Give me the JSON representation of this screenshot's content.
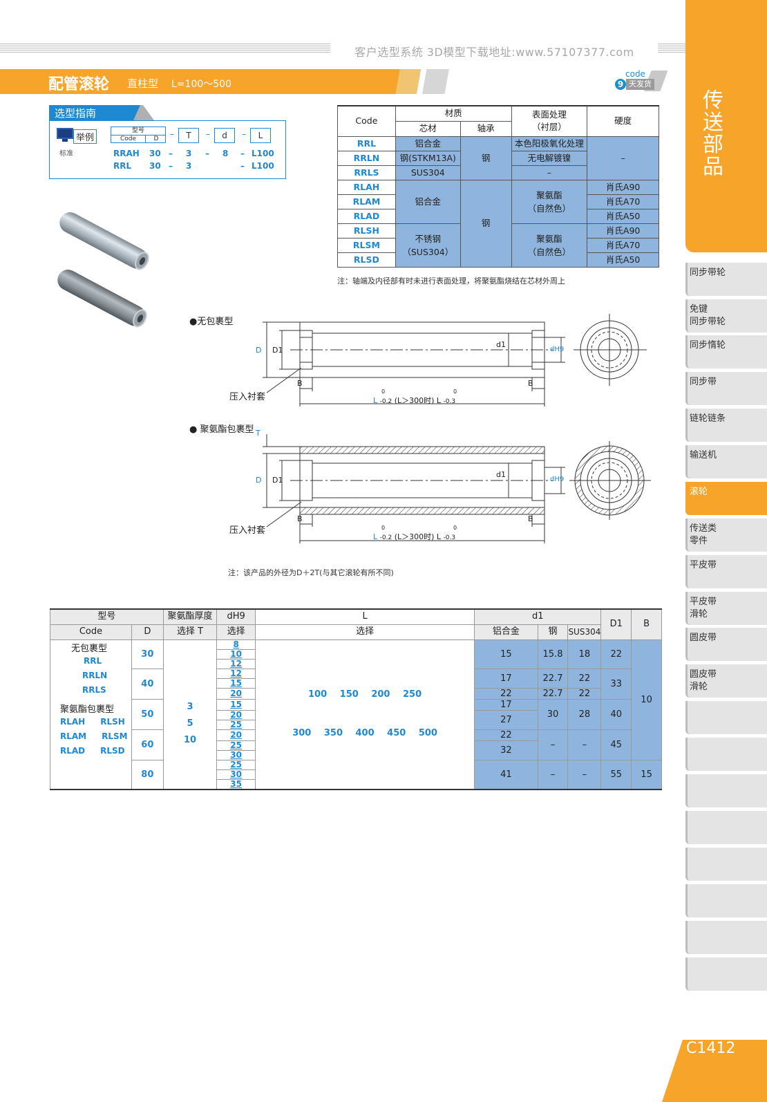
{
  "header": {
    "banner_text": "客户选型系统 3D模型下载地址:www.57107377.com",
    "title_main": "配管滚轮",
    "title_sub": "直柱型",
    "title_range": "L=100～500"
  },
  "badge": {
    "code_label": "code",
    "days": "9",
    "days_label": "天发货"
  },
  "sidebar": {
    "category": "传送部品",
    "items": [
      {
        "label": "同步带轮"
      },
      {
        "label": "免键\n同步带轮"
      },
      {
        "label": "同步惰轮"
      },
      {
        "label": "同步带"
      },
      {
        "label": "链轮链条"
      },
      {
        "label": "输送机"
      },
      {
        "label": "滚轮"
      },
      {
        "label": "传送类\n零件"
      },
      {
        "label": "平皮带"
      },
      {
        "label": "平皮带\n滑轮"
      },
      {
        "label": "圆皮带"
      },
      {
        "label": "圆皮带\n滑轮"
      }
    ],
    "active_index": 6,
    "page_number": "C1412"
  },
  "guide": {
    "title": "选型指南",
    "example_label": "举例",
    "standard_label": "标准",
    "model_label": "型号",
    "code_label": "Code",
    "d_label": "D",
    "t_label": "T",
    "dsmall_label": "d",
    "l_label": "L",
    "rows": [
      {
        "code": "RRAH",
        "D": "30",
        "T": "3",
        "d": "8",
        "L": "L100"
      },
      {
        "code": "RRL",
        "D": "30",
        "T": "",
        "d": "3",
        "L": "L100"
      }
    ]
  },
  "material_table": {
    "headers": {
      "code": "Code",
      "material": "材质",
      "core": "芯材",
      "bearing": "轴承",
      "surface": "表面处理\n（衬层）",
      "hardness": "硬度"
    },
    "rows": [
      {
        "code": "RRL",
        "core": "铝合金",
        "bearing": "钢",
        "surface": "本色阳极氧化处理",
        "hardness": "–"
      },
      {
        "code": "RRLN",
        "core": "钢(STKM13A)",
        "bearing": "",
        "surface": "无电解镀镍",
        "hardness": ""
      },
      {
        "code": "RRLS",
        "core": "SUS304",
        "bearing": "",
        "surface": "–",
        "hardness": ""
      },
      {
        "code": "RLAH",
        "core": "铝合金",
        "bearing": "钢",
        "surface": "聚氨酯\n（自然色）",
        "hardness": "肖氏A90"
      },
      {
        "code": "RLAM",
        "core": "",
        "bearing": "",
        "surface": "",
        "hardness": "肖氏A70"
      },
      {
        "code": "RLAD",
        "core": "",
        "bearing": "",
        "surface": "",
        "hardness": "肖氏A50"
      },
      {
        "code": "RLSH",
        "core": "不锈钢\n（SUS304）",
        "bearing": "",
        "surface": "聚氨酯\n（自然色）",
        "hardness": "肖氏A90"
      },
      {
        "code": "RLSM",
        "core": "",
        "bearing": "",
        "surface": "",
        "hardness": "肖氏A70"
      },
      {
        "code": "RLSD",
        "core": "",
        "bearing": "",
        "surface": "",
        "hardness": "肖氏A50"
      }
    ],
    "note": "注：轴端及内径部有时未进行表面处理，将聚氨酯烧结在芯材外周上"
  },
  "diagrams": {
    "type1_label": "●无包裹型",
    "type2_label": "● 聚氨酯包裹型",
    "press_sleeve": "压入衬套",
    "dim_D": "D",
    "dim_D1": "D1",
    "dim_d1": "d1",
    "dim_dH9": "dH9",
    "dim_B": "B",
    "dim_T": "T",
    "dim_L_text": "L",
    "dim_L_tol1": "-0.2",
    "dim_L_mid": "(L＞300时)",
    "dim_L_l2": "L",
    "dim_L_tol2": "-0.3",
    "dim_zero": "0",
    "note": "注：该产品的外径为D＋2T(与其它滚轮有所不同)"
  },
  "spec_table": {
    "headers": {
      "model": "型号",
      "code": "Code",
      "D": "D",
      "thick": "聚氨酯厚度",
      "thick_sel": "选择 T",
      "dh9": "dH9",
      "dh9_sel": "选择",
      "L": "L",
      "L_sel": "选择",
      "d1": "d1",
      "al": "铝合金",
      "steel": "钢",
      "sus": "SUS304",
      "D1": "D1",
      "B": "B"
    },
    "model_type1": "无包裹型",
    "model_codes1": [
      "RRL",
      "RRLN",
      "RRLS"
    ],
    "model_type2": "聚氨酯包裹型",
    "model_codes2": [
      [
        "RLAH",
        "RLSH"
      ],
      [
        "RLAM",
        "RLSM"
      ],
      [
        "RLAD",
        "RLSD"
      ]
    ],
    "T_options": [
      "3",
      "5",
      "10"
    ],
    "L_options_row1": "100  150  200  250",
    "L_options_row2": "300  350  400  450  500",
    "groups": [
      {
        "D": "30",
        "dh9": [
          "8",
          "10",
          "12"
        ],
        "rows": [
          {
            "al": "15",
            "steel": "15.8",
            "sus": "18"
          }
        ],
        "D1": "22",
        "B": "10"
      },
      {
        "D": "40",
        "dh9": [
          "12",
          "15",
          "20"
        ],
        "rows": [
          {
            "al": "17",
            "steel": "22.7",
            "sus": "22"
          },
          {
            "al": "22",
            "steel": "22.7",
            "sus": "22"
          }
        ],
        "D1": "33",
        "B": ""
      },
      {
        "D": "50",
        "dh9": [
          "15",
          "20",
          "25"
        ],
        "rows": [
          {
            "al": "17",
            "steel": "30",
            "sus": "28"
          },
          {
            "al": "27",
            "steel": "",
            "sus": ""
          }
        ],
        "D1": "40",
        "B": ""
      },
      {
        "D": "60",
        "dh9": [
          "20",
          "25",
          "30"
        ],
        "rows": [
          {
            "al": "22",
            "steel": "–",
            "sus": "–"
          },
          {
            "al": "32",
            "steel": "",
            "sus": ""
          }
        ],
        "D1": "45",
        "B": ""
      },
      {
        "D": "80",
        "dh9": [
          "25",
          "30",
          "35"
        ],
        "rows": [
          {
            "al": "41",
            "steel": "–",
            "sus": "–"
          }
        ],
        "D1": "55",
        "B": "15"
      }
    ]
  }
}
